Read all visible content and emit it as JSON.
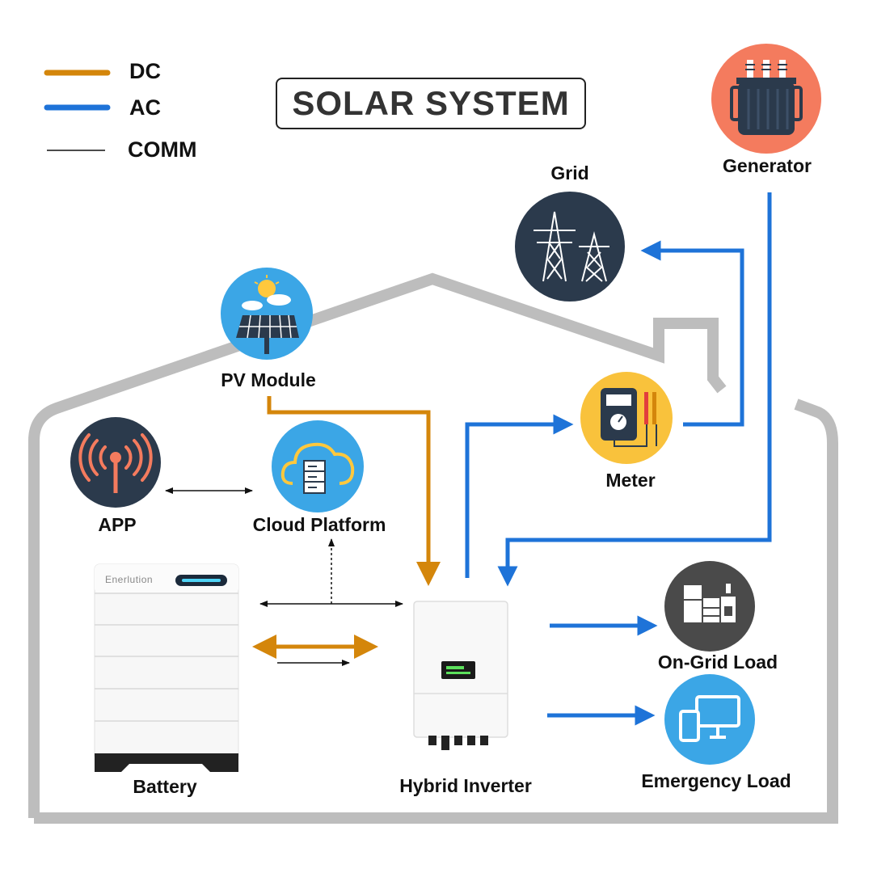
{
  "title": "SOLAR SYSTEM",
  "legend": [
    {
      "label": "DC",
      "color": "#D4860B",
      "style": "thick"
    },
    {
      "label": "AC",
      "color": "#1E73D8",
      "style": "thick"
    },
    {
      "label": "COMM",
      "color": "#111111",
      "style": "thin"
    }
  ],
  "nodes": {
    "generator": "Generator",
    "grid": "Grid",
    "pv_module": "PV Module",
    "meter": "Meter",
    "app": "APP",
    "cloud_platform": "Cloud Platform",
    "battery": "Battery",
    "battery_brand": "Enerlution",
    "hybrid_inverter": "Hybrid Inverter",
    "on_grid_load": "On-Grid Load",
    "emergency_load": "Emergency Load"
  },
  "icons": {
    "generator": "generator-icon",
    "grid": "transmission-tower-icon",
    "pv_module": "solar-panel-icon",
    "meter": "multimeter-icon",
    "app": "antenna-icon",
    "cloud_platform": "cloud-server-icon",
    "on_grid_load": "appliances-icon",
    "emergency_load": "devices-icon"
  },
  "colors": {
    "dc": "#D4860B",
    "ac": "#1E73D8",
    "comm": "#111111",
    "house_outline": "#BDBDBD"
  }
}
